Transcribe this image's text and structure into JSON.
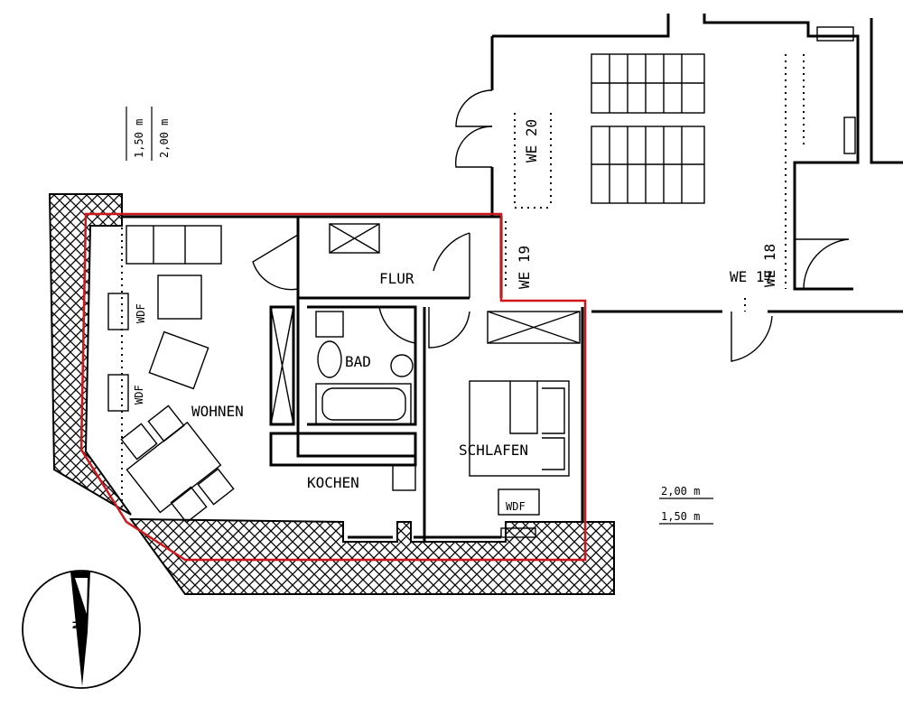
{
  "rooms": {
    "wohnen": "WOHNEN",
    "flur": "FLUR",
    "bad": "BAD",
    "kochen": "KOCHEN",
    "schlafen": "SCHLAFEN"
  },
  "units": {
    "we17": "WE 17",
    "we18": "WE 18",
    "we19": "WE 19",
    "we20": "WE 20"
  },
  "windows": {
    "wdf1": "WDF",
    "wdf2": "WDF",
    "wdf3": "WDF"
  },
  "legend_left": {
    "line1": "1,50 m",
    "line2": "2,00 m"
  },
  "legend_right": {
    "line1": "2,00 m",
    "line2": "1,50 m"
  },
  "compass": {
    "north": "N"
  },
  "colors": {
    "outline": "#d0151b",
    "ink": "#000000"
  }
}
